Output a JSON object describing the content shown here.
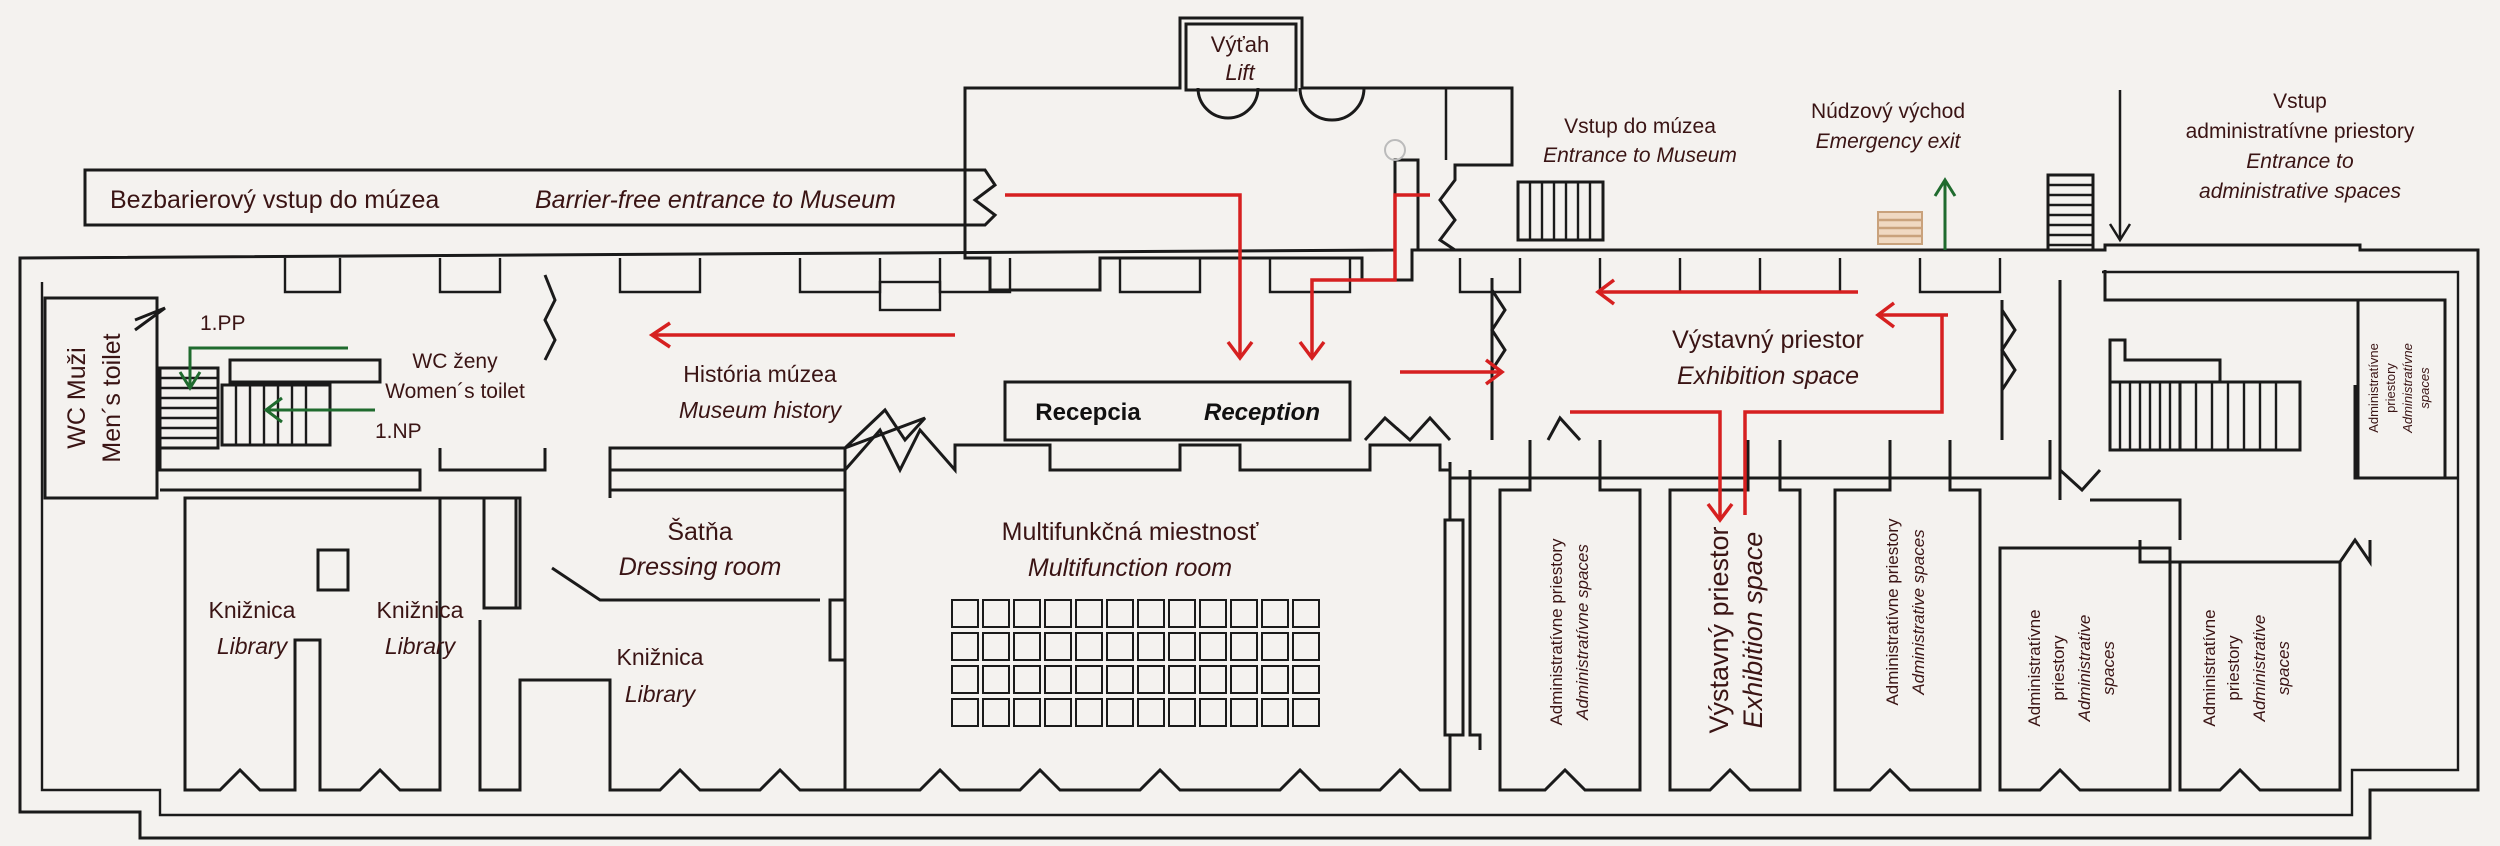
{
  "labels": {
    "lift_sk": "Výťah",
    "lift_en": "Lift",
    "barrier_free_sk": "Bezbarierový vstup do múzea",
    "barrier_free_en": "Barrier-free entrance to Museum",
    "entrance_sk": "Vstup do múzea",
    "entrance_en": "Entrance to Museum",
    "emergency_sk": "Núdzový východ",
    "emergency_en": "Emergency exit",
    "admin_entrance_sk1": "Vstup",
    "admin_entrance_sk2": "administratívne priestory",
    "admin_entrance_en1": "Entrance to",
    "admin_entrance_en2": "administrative spaces",
    "pp": "1.PP",
    "np": "1.NP",
    "wc_men_sk": "WC Muži",
    "wc_men_en": "Men´s toilet",
    "wc_women_sk": "WC ženy",
    "wc_women_en": "Women´s toilet",
    "history_sk": "História múzea",
    "history_en": "Museum history",
    "reception_sk": "Recepcia",
    "reception_en": "Reception",
    "exhibition_sk": "Výstavný priestor",
    "exhibition_en": "Exhibition space",
    "dressing_sk": "Šatňa",
    "dressing_en": "Dressing room",
    "library_sk": "Knižnica",
    "library_en": "Library",
    "multi_sk": "Multifunkčná miestnosť",
    "multi_en": "Multifunction room",
    "admin_sk": "Administratívne priestory",
    "admin_en": "Administratívne spaces",
    "admin_sk_short1": "Administratívne",
    "admin_sk_short2": "priestory",
    "admin_en_italic": "Administrative spaces",
    "admin_small_sk1": "Administratívne",
    "admin_small_sk2": "priestory",
    "admin_small_en1": "Administratívne",
    "admin_small_en2": "spaces",
    "admin_col_en1": "Administrative",
    "admin_col_en2": "spaces"
  },
  "colors": {
    "route": "#d62020",
    "stair_link": "#1f6b2e",
    "walls": "#1a1a1a",
    "text": "#3a1414"
  }
}
